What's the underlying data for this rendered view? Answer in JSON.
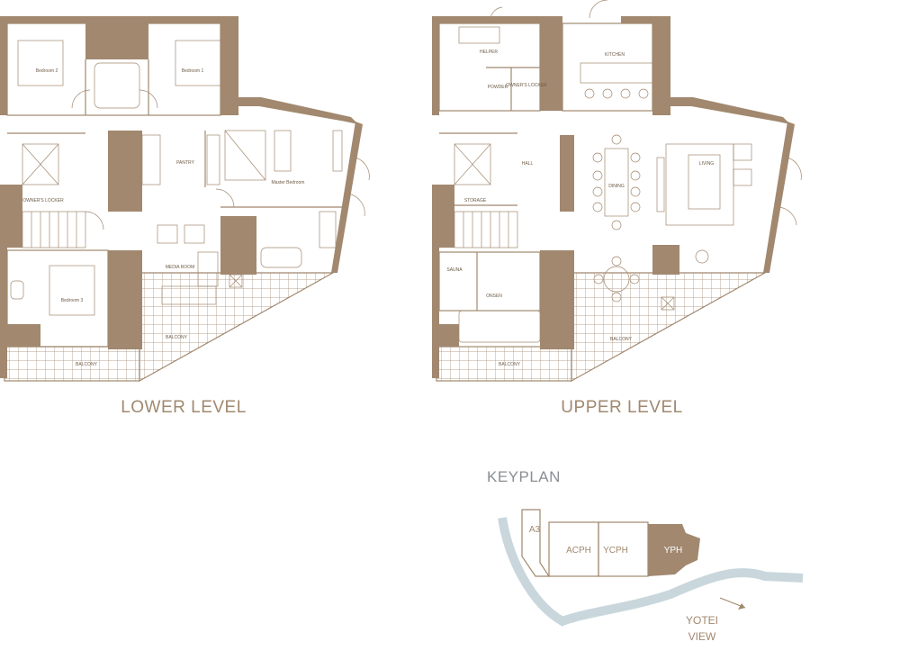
{
  "colors": {
    "plan": "#a1886f",
    "water": "#c9d7dc",
    "keyplan_title": "#8a8f93"
  },
  "lower_level": {
    "title": "LOWER LEVEL",
    "rooms": {
      "bedroom2": "Bedroom 2",
      "bedroom1": "Bedroom 1",
      "pantry": "PANTRY",
      "master": "Master Bedroom",
      "owners_locker": "OWNER'S LOCKER",
      "media_room": "MEDIA ROOM",
      "bedroom3": "Bedroom 3",
      "balcony_left": "BALCONY",
      "balcony_right": "BALCONY"
    }
  },
  "upper_level": {
    "title": "UPPER LEVEL",
    "rooms": {
      "helper": "HELPER",
      "kitchen": "KITCHEN",
      "powder": "POWDER",
      "owners_locker": "OWNER'S LOCKER",
      "hall": "HALL",
      "dining": "DINING",
      "living": "LIVING",
      "storage": "STORAGE",
      "sauna": "SAUNA",
      "onsen": "ONSEN",
      "balcony_left": "BALCONY",
      "balcony_right": "BALCONY"
    }
  },
  "keyplan": {
    "title": "KEYPLAN",
    "units": [
      "A3",
      "ACPH",
      "YCPH",
      "YPH"
    ],
    "highlighted_unit": "YPH",
    "view_line1": "YOTEI",
    "view_line2": "VIEW"
  }
}
